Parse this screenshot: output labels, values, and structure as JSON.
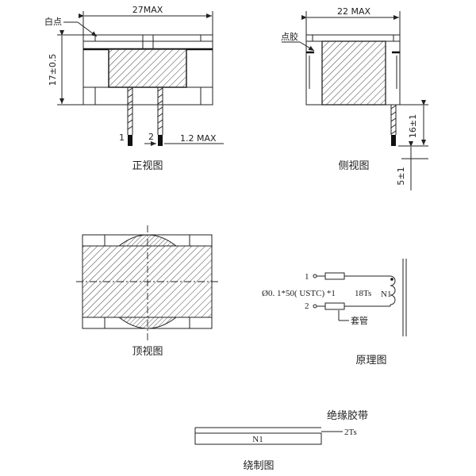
{
  "front_view": {
    "caption": "正视图",
    "width_dim": "27MAX",
    "height_dim": "17±0.5",
    "white_dot_label": "白点",
    "pin1": "1",
    "pin2": "2",
    "pin_dim": "1.2 MAX"
  },
  "side_view": {
    "caption": "侧视图",
    "width_dim": "22 MAX",
    "glue_label": "点胶",
    "pin_len_dim": "16±1",
    "offset_dim": "5±1"
  },
  "top_view": {
    "caption": "顶视图"
  },
  "schematic": {
    "caption": "原理图",
    "pin1": "1",
    "pin2": "2",
    "wire_spec": "Ø0. 1*50( USTC) *1",
    "turns": "18Ts",
    "winding": "N1",
    "sleeve_label": "套管"
  },
  "winding_diagram": {
    "caption": "绕制图",
    "tape_label": "绝缘胶带",
    "winding": "N1",
    "tape_turns": "2Ts"
  }
}
